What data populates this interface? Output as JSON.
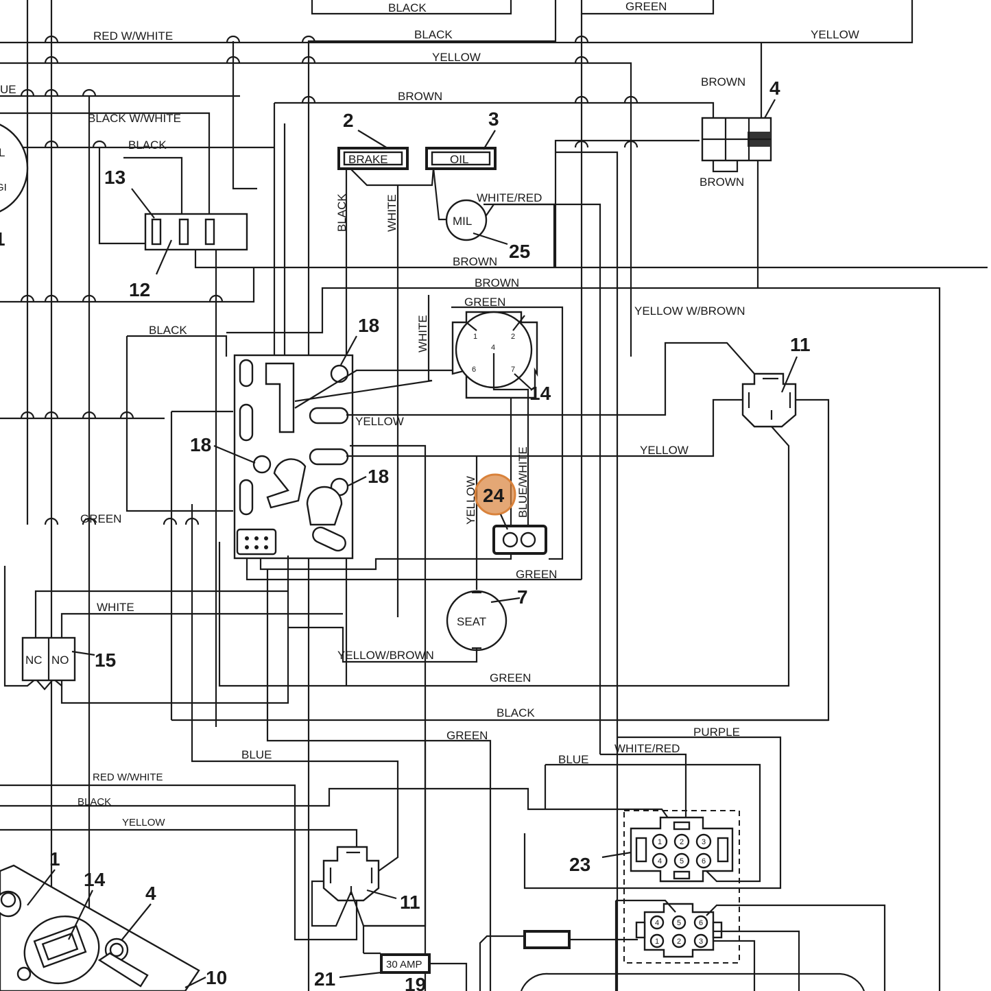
{
  "wire_labels": {
    "black_top": "BLACK",
    "green_top": "GREEN",
    "red_white_top": "RED W/WHITE",
    "black_2": "BLACK",
    "yellow_right": "YELLOW",
    "yellow_mid": "YELLOW",
    "blue_left_cut": "UE",
    "brown_top": "BROWN",
    "brown_4_top": "BROWN",
    "black_white": "BLACK W/WHITE",
    "black_13": "BLACK",
    "brown_4_bottom": "BROWN",
    "black_vert": "BLACK",
    "white_vert": "WHITE",
    "white_red_mil": "WHITE/RED",
    "brown_mil": "BROWN",
    "brown_mid": "BROWN",
    "green_14": "GREEN",
    "yellow_w_brown": "YELLOW W/BROWN",
    "white_vert_2": "WHITE",
    "black_left": "BLACK",
    "yellow_mod": "YELLOW",
    "yellow_right_2": "YELLOW",
    "yellow_vert": "YELLOW",
    "blue_white_vert": "BLUE/WHITE",
    "green_left": "GREEN",
    "green_seat": "GREEN",
    "white_15": "WHITE",
    "yellow_brown": "YELLOW/BROWN",
    "green_mid": "GREEN",
    "black_mid": "BLACK",
    "purple": "PURPLE",
    "green_low": "GREEN",
    "white_red_low": "WHITE/RED",
    "blue_low": "BLUE",
    "blue_low_2": "BLUE",
    "red_white_low": "RED W/WHITE",
    "black_low": "BLACK",
    "yellow_low": "YELLOW"
  },
  "component_labels": {
    "brake": "BRAKE",
    "oil": "OIL",
    "mil": "MIL",
    "seat": "SEAT",
    "nc": "NC",
    "no": "NO",
    "fuse": "30 AMP",
    "ig_l": "L",
    "ig_g": "GI"
  },
  "callouts": {
    "c2": "2",
    "c3": "3",
    "c4": "4",
    "c13": "13",
    "c12": "12",
    "c25": "25",
    "c18a": "18",
    "c18b": "18",
    "c18c": "18",
    "c14": "14",
    "c11a": "11",
    "c24": "24",
    "c7": "7",
    "c15": "15",
    "c23": "23",
    "c11b": "11",
    "c1": "1",
    "c14b": "14",
    "c4b": "4",
    "c10": "10",
    "c21": "21",
    "c19": "19",
    "c1_left": "1"
  },
  "pins_14": [
    "1",
    "2",
    "4",
    "6",
    "7"
  ],
  "pins_23": [
    "1",
    "2",
    "3",
    "4",
    "5",
    "6"
  ],
  "pins_23b": [
    "4",
    "5",
    "6",
    "1",
    "2",
    "3"
  ],
  "highlight_color": "#d9823b"
}
